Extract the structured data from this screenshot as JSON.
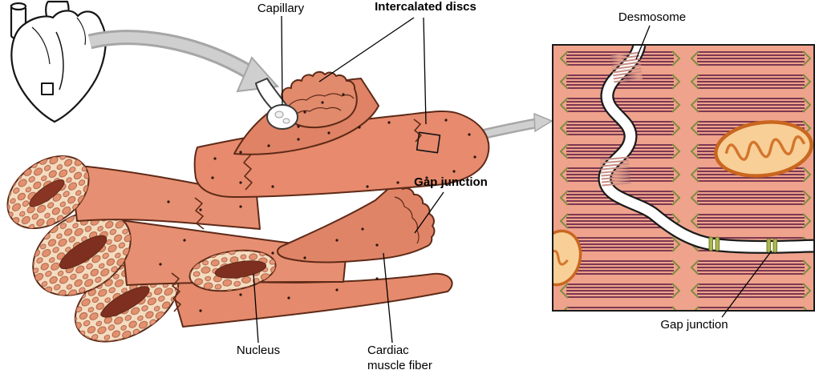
{
  "figure": {
    "description": "Cardiac muscle tissue diagram: heart inset, cardiac muscle fibers, and magnified intercalated disc panel",
    "labels": {
      "capillary": "Capillary",
      "intercalated_discs": "Intercalated discs",
      "desmosome": "Desmosome",
      "gap_junction": "Gap junction",
      "nucleus": "Nucleus",
      "cardiac_muscle_fiber": "Cardiac muscle fiber",
      "inset_gap_junction": "Gap junction"
    },
    "colors": {
      "fiber_fill": "#E78A6D",
      "fiber_outline": "#5E2A18",
      "cut_face_cream": "#F4DCC0",
      "nucleus_dark": "#7E2F1F",
      "inset_background": "#EFA38C",
      "myofibril_line": "#6B2949",
      "myofibril_tip_green": "#7E8C40",
      "mitochondrion_fill": "#F8CF97",
      "mitochondrion_outline": "#C9661F",
      "gap_junction_green": "#ADB84C",
      "intercalated_disc_path": "#FFFFFF",
      "arrow_gray": "#CFCFCF"
    }
  }
}
